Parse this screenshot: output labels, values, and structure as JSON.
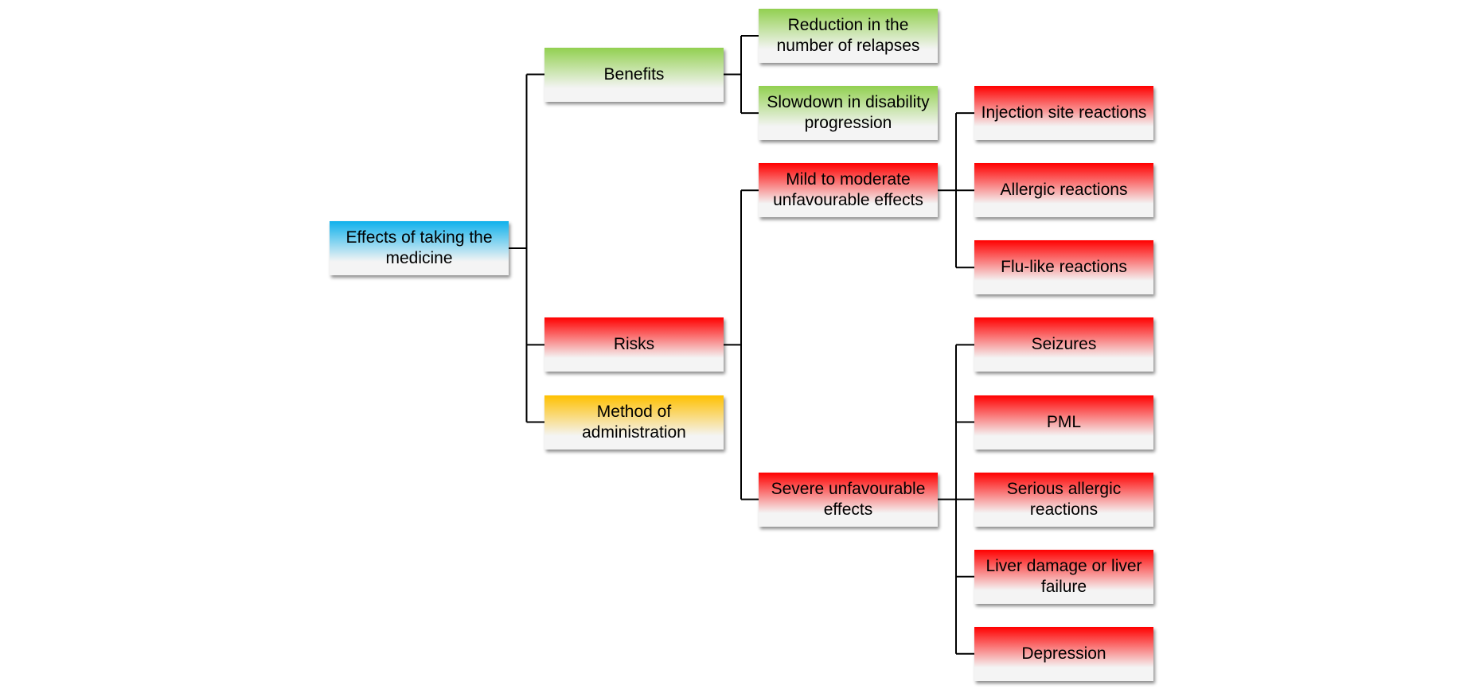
{
  "colors": {
    "blue": "#0fb1ec",
    "green": "#92d050",
    "red": "#ff0000",
    "orange": "#ffc000",
    "fade": "#f4f4f4",
    "line": "#000000"
  },
  "tree": {
    "id": "root",
    "label": "Effects of taking the medicine",
    "color": "blue",
    "children": [
      {
        "id": "benefits",
        "label": "Benefits",
        "color": "green",
        "children": [
          {
            "id": "reduction-relapses",
            "label": "Reduction in the number of relapses",
            "color": "green"
          },
          {
            "id": "slowdown-disability",
            "label": "Slowdown in disability progression",
            "color": "green"
          }
        ]
      },
      {
        "id": "risks",
        "label": "Risks",
        "color": "red",
        "children": [
          {
            "id": "mild-moderate",
            "label": "Mild to moderate unfavourable effects",
            "color": "red",
            "children": [
              {
                "id": "injection-site",
                "label": "Injection site reactions",
                "color": "red"
              },
              {
                "id": "allergic",
                "label": "Allergic reactions",
                "color": "red"
              },
              {
                "id": "flu-like",
                "label": "Flu-like reactions",
                "color": "red"
              }
            ]
          },
          {
            "id": "severe",
            "label": "Severe unfavourable effects",
            "color": "red",
            "children": [
              {
                "id": "seizures",
                "label": "Seizures",
                "color": "red"
              },
              {
                "id": "pml",
                "label": "PML",
                "color": "red"
              },
              {
                "id": "serious-allergic",
                "label": "Serious allergic reactions",
                "color": "red"
              },
              {
                "id": "liver-damage",
                "label": "Liver damage or liver failure",
                "color": "red"
              },
              {
                "id": "depression",
                "label": "Depression",
                "color": "red"
              }
            ]
          }
        ]
      },
      {
        "id": "method-administration",
        "label": "Method of administration",
        "color": "orange"
      }
    ]
  }
}
